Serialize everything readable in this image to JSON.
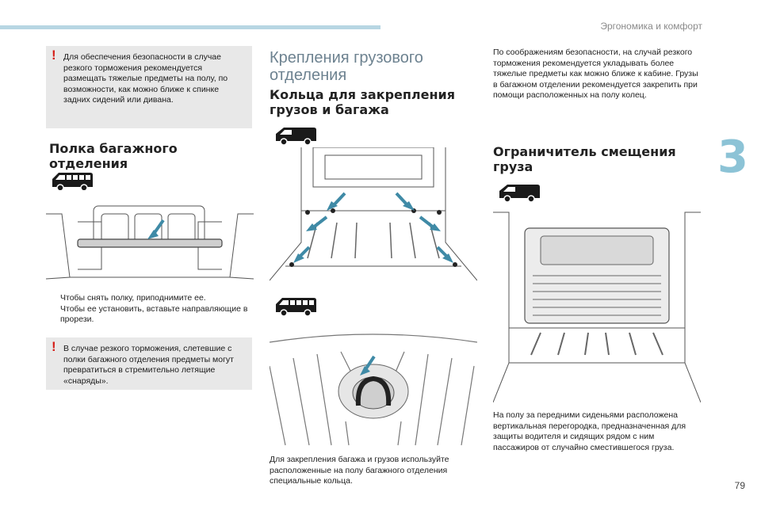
{
  "header": {
    "section": "Эргономика и комфорт",
    "chapter": "3"
  },
  "page_number": "79",
  "col1": {
    "warning1": "Для обеспечения безопасности в случае резкого торможения рекомендуется размещать тяжелые предметы на полу, по возможности, как можно ближе к спинке задних сидений или дивана.",
    "heading": "Полка багажного отделения",
    "bullets": [
      "Чтобы снять полку, приподнимите ее.",
      "Чтобы ее установить, вставьте направляющие в прорези."
    ],
    "bullet_symbol": "",
    "warning2": "В случае резкого торможения, слетевшие с полки багажного отделения предметы могут превратиться в стремительно летящие «снаряды»."
  },
  "col2": {
    "title_line1": "Крепления грузового",
    "title_line2": "отделения",
    "heading_line1": "Кольца для закрепления",
    "heading_line2": "грузов и багажа",
    "caption": "Для закрепления багажа и грузов используйте расположенные на полу багажного отделения специальные кольца."
  },
  "col3": {
    "intro": "По соображениям безопасности, на случай резкого торможения рекомендуется укладывать более тяжелые предметы как можно ближе к кабине. Грузы в багажном отделении рекомендуется закрепить при помощи расположенных на полу колец.",
    "heading_line1": "Ограничитель смещения",
    "heading_line2": "груза",
    "caption": "На полу за передними сиденьями расположена вертикальная перегородка, предназначенная для защиты водителя и сидящих рядом с ним пассажиров от случайно сместившегося груза."
  },
  "colors": {
    "accent": "#8cc3d6",
    "warning_bg": "#e8e8e8",
    "warning_mark": "#d5201a",
    "arrow": "#3f8aa6"
  },
  "icons": [
    "warning-icon",
    "van-icon",
    "minibus-icon",
    "arrow-icon"
  ]
}
